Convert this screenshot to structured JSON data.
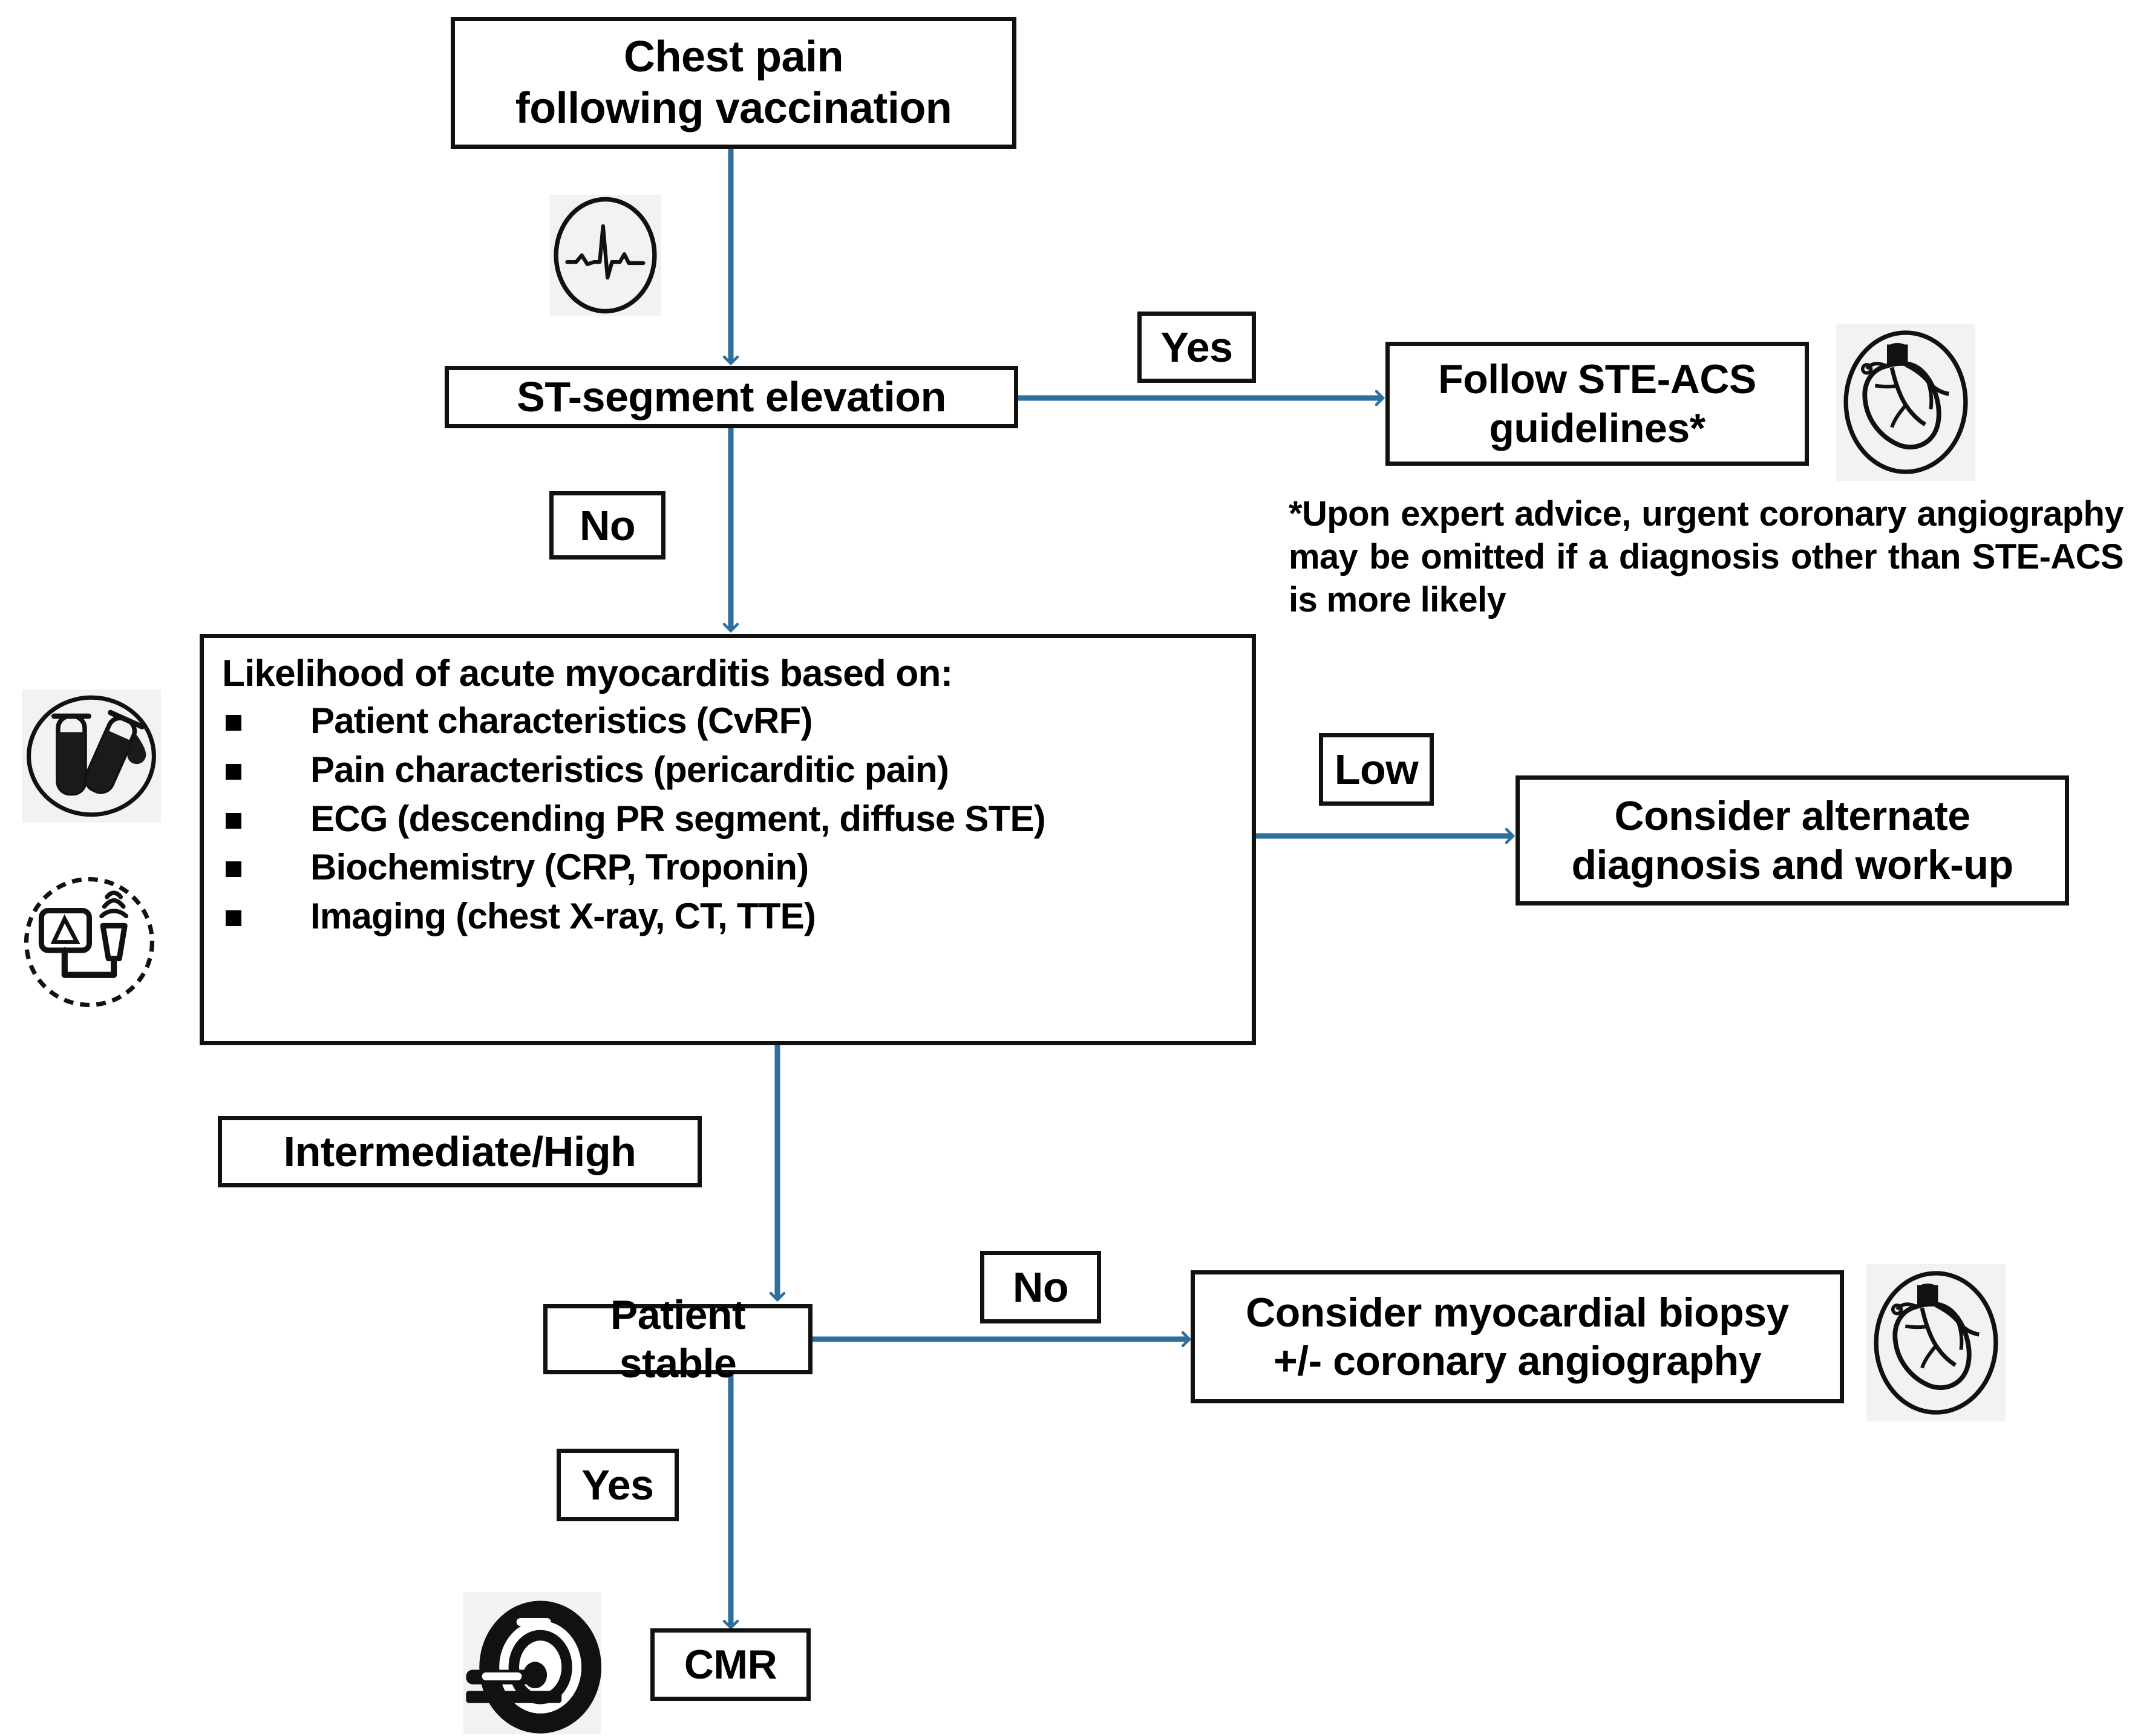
{
  "diagram": {
    "title": "Chest pain following vaccination — suspected myocarditis diagnostic algorithm",
    "accent_color": "#2E6F9E",
    "border_color": "#111111",
    "icon_bg_color": "#F2F2F0"
  },
  "nodes": {
    "chest_pain": "Chest pain\nfollowing vaccination",
    "st_elevation": "ST-segment elevation",
    "follow_ste_acs": "Follow STE-ACS\nguidelines*",
    "alternate_dx": "Consider alternate\ndiagnosis and work-up",
    "patient_stable": "Patient stable",
    "myocardial_biopsy": "Consider myocardial biopsy\n+/- coronary angiography",
    "cmr": "CMR"
  },
  "likelihood": {
    "heading": "Likelihood of acute myocarditis based on:",
    "items": [
      "Patient characteristics (CvRF)",
      "Pain characteristics (pericarditic pain)",
      "ECG (descending PR segment, diffuse STE)",
      "Biochemistry (CRP, Troponin)",
      "Imaging (chest X-ray, CT, TTE)"
    ]
  },
  "branch_labels": {
    "ste_yes": "Yes",
    "ste_no": "No",
    "likelihood_low": "Low",
    "likelihood_intermediate_high": "Intermediate/High",
    "stable_no": "No",
    "stable_yes": "Yes"
  },
  "footnote": "*Upon expert advice, urgent coronary angiography may be omitted if a diagnosis other than STE-ACS is more likely",
  "icons": {
    "ecg": "ecg-waveform-icon",
    "heart_top": "anatomical-heart-icon",
    "heart_bottom": "anatomical-heart-icon",
    "blood_tubes": "blood-test-tubes-icon",
    "ultrasound": "ultrasound-probe-icon",
    "mri": "mri-scanner-icon"
  }
}
